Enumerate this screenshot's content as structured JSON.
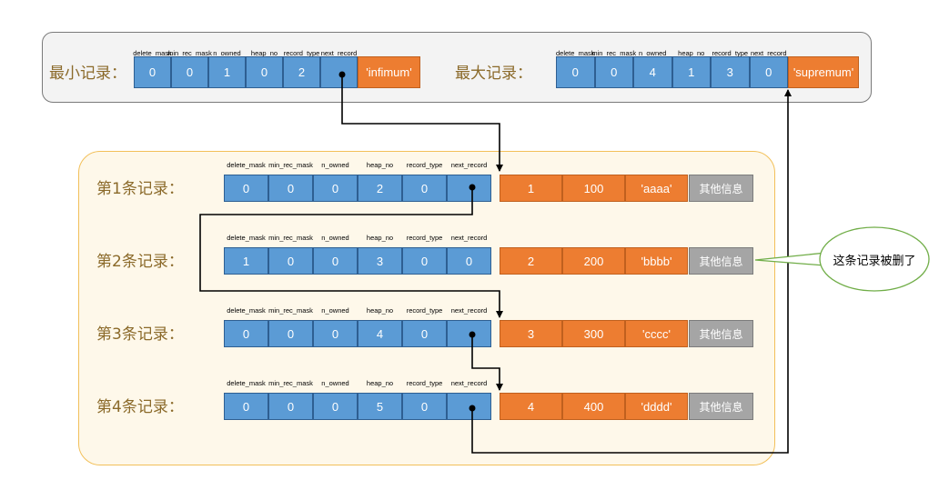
{
  "columns": [
    "delete_mask",
    "min_rec_mask",
    "n_owned",
    "heap_no",
    "record_type",
    "next_record"
  ],
  "min_record": {
    "label": "最小记录：",
    "values": [
      "0",
      "0",
      "1",
      "0",
      "2",
      ""
    ],
    "tag": "'infimum'"
  },
  "max_record": {
    "label": "最大记录：",
    "values": [
      "0",
      "0",
      "4",
      "1",
      "3",
      "0"
    ],
    "tag": "'supremum'"
  },
  "records": [
    {
      "label": "第1条记录：",
      "header": [
        "0",
        "0",
        "0",
        "2",
        "0",
        ""
      ],
      "data": [
        "1",
        "100",
        "'aaaa'"
      ],
      "other": "其他信息"
    },
    {
      "label": "第2条记录：",
      "header": [
        "1",
        "0",
        "0",
        "3",
        "0",
        "0"
      ],
      "data": [
        "2",
        "200",
        "'bbbb'"
      ],
      "other": "其他信息"
    },
    {
      "label": "第3条记录：",
      "header": [
        "0",
        "0",
        "0",
        "4",
        "0",
        ""
      ],
      "data": [
        "3",
        "300",
        "'cccc'"
      ],
      "other": "其他信息"
    },
    {
      "label": "第4条记录：",
      "header": [
        "0",
        "0",
        "0",
        "5",
        "0",
        ""
      ],
      "data": [
        "4",
        "400",
        "'dddd'"
      ],
      "other": "其他信息"
    }
  ],
  "callout": "这条记录被删了",
  "colors": {
    "header_cell": "#5b9bd5",
    "data_cell": "#ed7d31",
    "other_cell": "#a5a5a5",
    "top_panel": "#f3f3f3",
    "record_panel": "#fef8ea"
  }
}
